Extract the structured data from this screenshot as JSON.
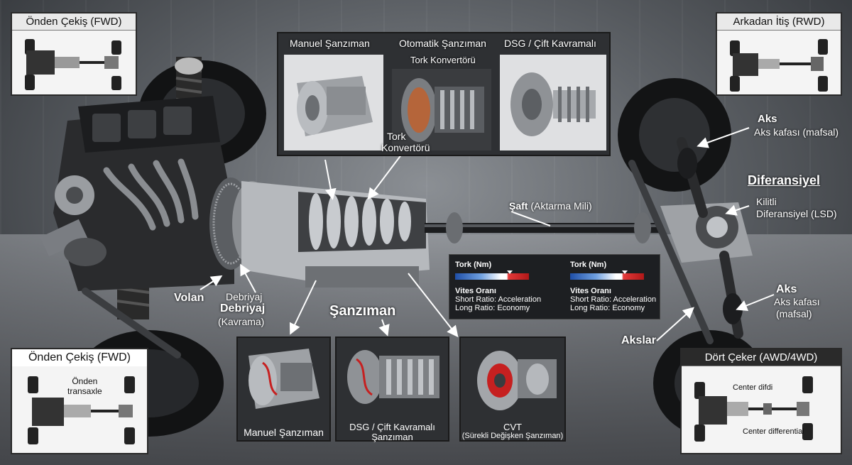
{
  "colors": {
    "accent_red": "#c62020",
    "panel_dark": "#2e3033",
    "panel_light": "#f4f4f4",
    "arrow": "#ffffff"
  },
  "corners": {
    "top_left_title": "Önden Çekiş (FWD)",
    "top_right_title": "Arkadan İtiş (RWD)",
    "bottom_left_title": "Önden Çekiş (FWD)",
    "bottom_left_note_line1": "Önden",
    "bottom_left_note_line2": "transaxle",
    "bottom_right_title": "Dört Çeker (AWD/4WD)",
    "bottom_right_note1": "Center difdi",
    "bottom_right_note2": "Center differential"
  },
  "top_panel": {
    "manual_title": "Manuel Şanzıman",
    "auto_title": "Otomatik Şanzıman",
    "auto_sub": "Tork Konvertörü",
    "dsg_title": "DSG / Çift Kavramalı",
    "tork_line1": "Tork",
    "tork_line2": "Konvertörü"
  },
  "labels": {
    "aks_top": "Aks",
    "aks_top_sub": "Aks kafası (mafsal)",
    "diferansiyel": "Diferansiyel",
    "kilitli_line1": "Kilitli",
    "kilitli_line2": "Diferansiyel (LSD)",
    "saft_bold": "Şaft",
    "saft_rest": "(Aktarma Mili)",
    "aks_right": "Aks",
    "aks_right_sub1": "Aks kafası",
    "aks_right_sub2": "(mafsal)",
    "akslar": "Akslar",
    "volan": "Volan",
    "debriyaj_small": "Debriyaj",
    "debriyaj_bold": "Debriyaj",
    "kavrama": "(Kavrama)",
    "sanziman": "Şanzıman"
  },
  "tork_panel": {
    "columns": [
      {
        "tork": "Tork (Nm)",
        "vites": "Vites Oranı",
        "short": "Short Ratio: Acceleration",
        "long": "Long Ratio: Economy"
      },
      {
        "tork": "Tork (Nm)",
        "vites": "Vites Oranı",
        "short": "Short Ratio: Acceleration",
        "long": "Long Ratio: Economy"
      }
    ]
  },
  "bottom_panels": {
    "manual": "Manuel Şanzıman",
    "dsg_line1": "DSG / Çift Kavramalı",
    "dsg_line2": "Şanzıman",
    "cvt_line1": "CVT",
    "cvt_line2": "(Sürekli Değişken Şanzıman)"
  }
}
